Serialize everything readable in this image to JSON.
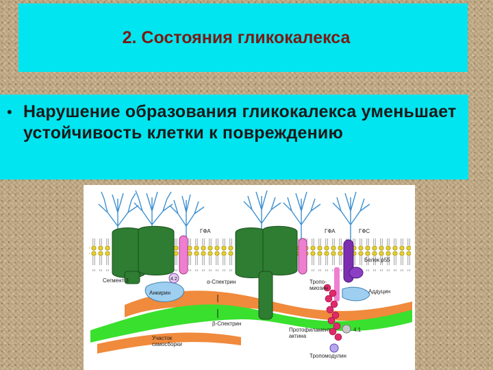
{
  "title": "2. Состояния гликокалекса",
  "bullet": {
    "marker": "•",
    "text": "Нарушение образования гликокалекса уменьшает устойчивость клетки к повреждению"
  },
  "figure": {
    "labels": {
      "gfa_left": "ГФА",
      "gfa_right": "ГФА",
      "gfs": "ГФС",
      "segment3": "Сегмент 3",
      "ankyrin": "Анкирин",
      "n42": "4.2",
      "alpha_spectrin": "α-Спектрин",
      "beta_spectrin": "β-Спектрин",
      "tropomyosin": "Тропо-\nмиозин",
      "protein_p55": "Белок р55",
      "adducin": "Аддуцин",
      "n41": "4.1",
      "protofilament": "Протофиламент\nактина",
      "tropomodulin": "Тропомодулин",
      "self_assembly": "Участок\nсамосборки"
    }
  }
}
